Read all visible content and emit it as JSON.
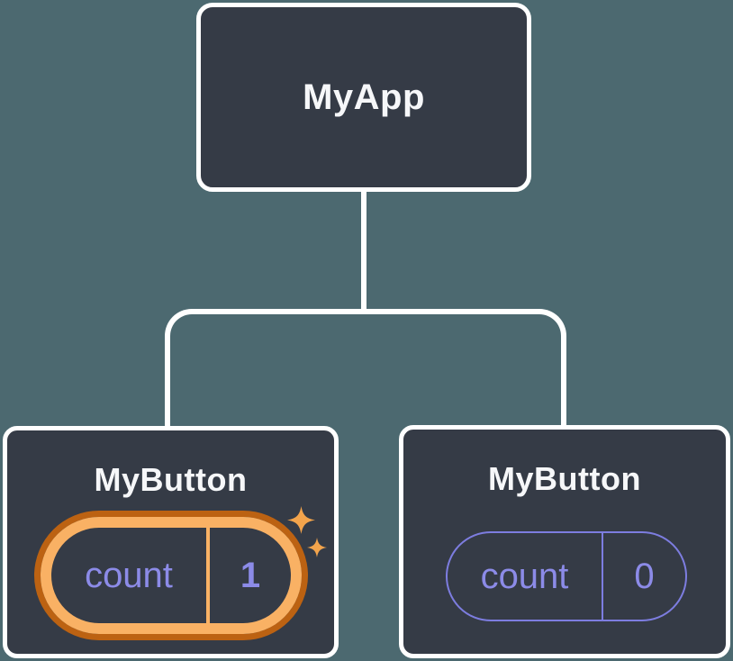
{
  "tree": {
    "root": {
      "label": "MyApp"
    },
    "children": [
      {
        "label": "MyButton",
        "state": {
          "name": "count",
          "value": "1"
        },
        "highlighted": true
      },
      {
        "label": "MyButton",
        "state": {
          "name": "count",
          "value": "0"
        },
        "highlighted": false
      }
    ]
  },
  "icons": {
    "state_updated": "sparkles-icon"
  },
  "colors": {
    "background": "#4C6970",
    "node_fill": "#353B46",
    "node_border": "#FFFFFF",
    "node_label": "#F6F7F9",
    "state_text": "#8C8BE8",
    "state_pill_border": "#7D7DE0",
    "highlight_outer": "#BC6212",
    "highlight_inner": "#F9B164",
    "sparkle": "#F3A44C"
  }
}
